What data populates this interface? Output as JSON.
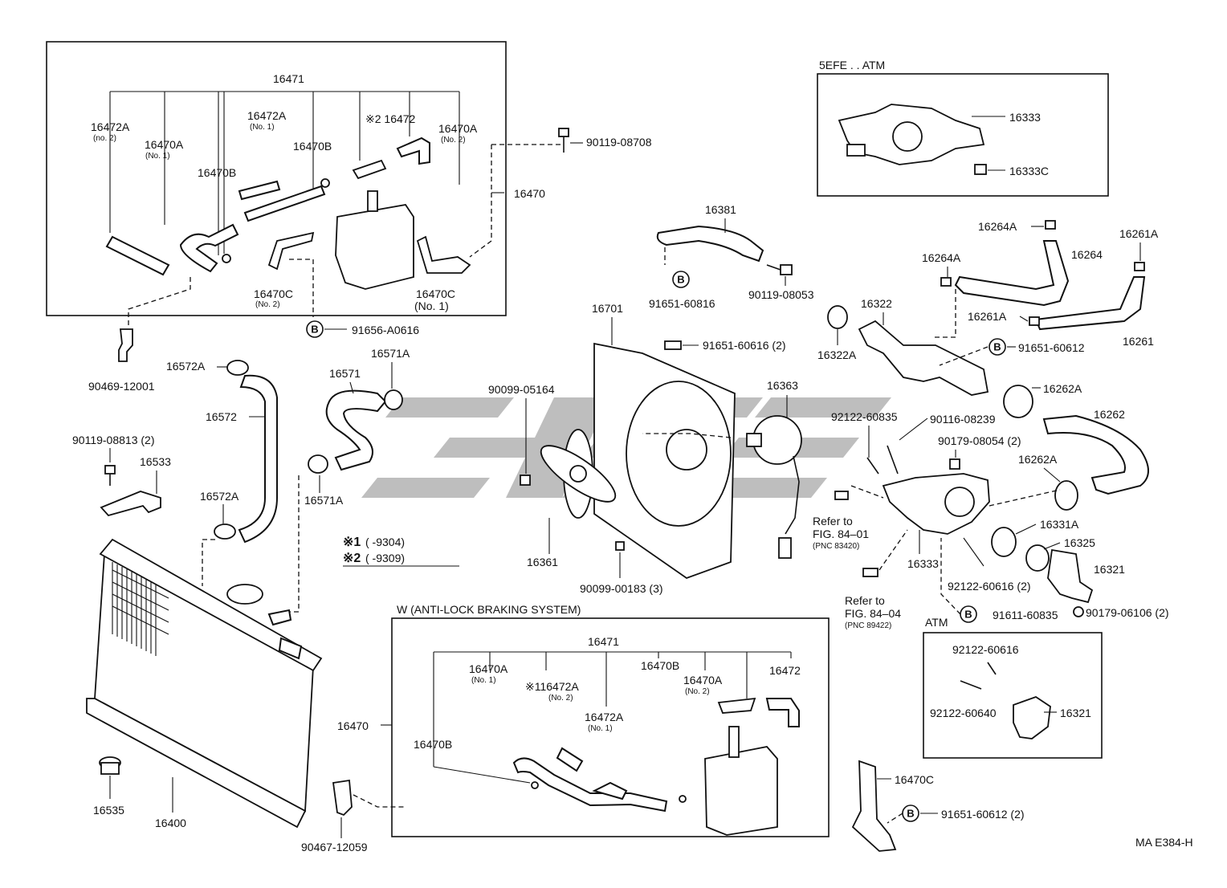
{
  "watermark_color": "#b3b3b3",
  "box_headers": {
    "engine_5efe_atm": "5EFE . . ATM",
    "abs": "W (ANTI-LOCK BRAKING SYSTEM)",
    "atm": "ATM"
  },
  "legend": {
    "row1_mark": "※1",
    "row1_range": "(      -9304)",
    "row2_mark": "※2",
    "row2_range": "(      -9309)"
  },
  "refer": {
    "r1_line1": "Refer to",
    "r1_line2": "FIG. 84–01",
    "r1_pnc": "(PNC 83420)",
    "r2_line1": "Refer to",
    "r2_line2": "FIG. 84–04",
    "r2_pnc": "(PNC 89422)"
  },
  "bolt_mark": "B",
  "footer_code": "MA E384-H",
  "labels": {
    "p16471_top": "16471",
    "p16472A_no2_top": "16472A",
    "p16472A_no2_top_note": "(no. 2)",
    "p16470A_no1_top": "16470A",
    "p16470A_no1_top_note": "(No. 1)",
    "p16472A_no1_top": "16472A",
    "p16472A_no1_top_note": "(No. 1)",
    "p16470B_top_a": "16470B",
    "p16470B_top_b": "16470B",
    "p16472_top": "※2 16472",
    "p16470A_no2_top": "16470A",
    "p16470A_no2_top_note": "(No. 2)",
    "p16470C_no2_top": "16470C",
    "p16470C_no2_top_note": "(No. 2)",
    "p16470C_no1_top": "16470C",
    "p16470C_no1_top_note": "(No. 1)",
    "p16470_top": "16470",
    "p90119_08708": "90119-08708",
    "p91656_A0616": "91656-A0616",
    "p90469_12001": "90469-12001",
    "p16572A_a": "16572A",
    "p16572": "16572",
    "p16572A_b": "16572A",
    "p90119_08813": "90119-08813 (2)",
    "p16533": "16533",
    "p16571": "16571",
    "p16571A_a": "16571A",
    "p16571A_b": "16571A",
    "p16535": "16535",
    "p16400": "16400",
    "p90467_12059": "90467-12059",
    "p16381": "16381",
    "p91651_60816": "91651-60816",
    "p90119_08053": "90119-08053",
    "p16701": "16701",
    "p91651_60616": "91651-60616 (2)",
    "p90099_05164": "90099-05164",
    "p16361": "16361",
    "p90099_00183": "90099-00183 (3)",
    "p16363": "16363",
    "p16333_box": "16333",
    "p16333C": "16333C",
    "p16264A_a": "16264A",
    "p16264A_b": "16264A",
    "p16264": "16264",
    "p16261A_a": "16261A",
    "p16261A_b": "16261A",
    "p16261": "16261",
    "p16322": "16322",
    "p16322A": "16322A",
    "p91651_60612": "91651-60612",
    "p16262A_a": "16262A",
    "p16262": "16262",
    "p16262A_b": "16262A",
    "p92122_60835": "92122-60835",
    "p90116_08239": "90116-08239",
    "p90179_08054": "90179-08054 (2)",
    "p16331A": "16331A",
    "p16325": "16325",
    "p16321": "16321",
    "p16333": "16333",
    "p92122_60616_2": "92122-60616 (2)",
    "p90179_06106": "90179-06106 (2)",
    "p91611_60835": "91611-60835",
    "p92122_60616_atm": "92122-60616",
    "p92122_60640": "92122-60640",
    "p16321_atm": "16321",
    "p16470C_abs": "16470C",
    "p91651_60612_2": "91651-60612 (2)",
    "p16471_abs": "16471",
    "p16470A_no1_abs": "16470A",
    "p16470A_no1_abs_note": "(No. 1)",
    "p116472A_abs": "※116472A",
    "p116472A_abs_note": "(No. 2)",
    "p16470B_abs": "16470B",
    "p16470A_no2_abs": "16470A",
    "p16470A_no2_abs_note": "(No. 2)",
    "p16472_abs": "16472",
    "p16472A_no1_abs": "16472A",
    "p16472A_no1_abs_note": "(No. 1)",
    "p16470_abs": "16470",
    "p16470B_abs_b": "16470B"
  }
}
